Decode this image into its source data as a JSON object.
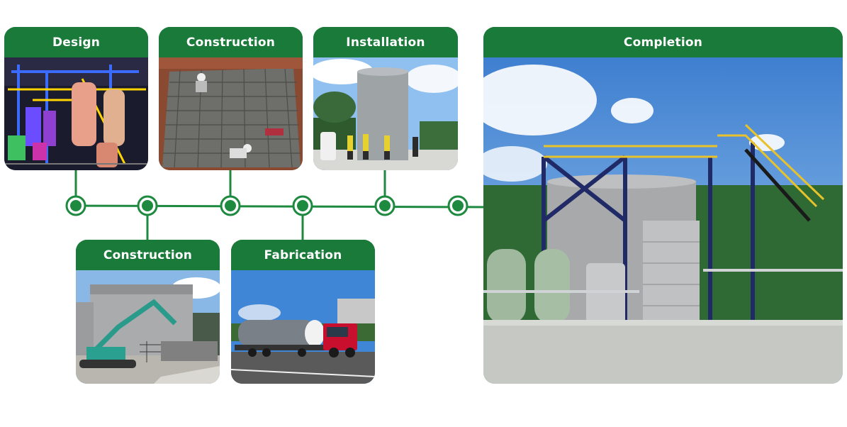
{
  "stages": {
    "design": {
      "title": "Design",
      "photo": "3d-plant-model"
    },
    "construction_top": {
      "title": "Construction",
      "photo": "rebar-foundation"
    },
    "installation": {
      "title": "Installation",
      "photo": "tank-installation"
    },
    "completion": {
      "title": "Completion",
      "photo": "completed-treatment-plant"
    },
    "construction_bottom": {
      "title": "Construction",
      "photo": "excavator-site"
    },
    "fabrication": {
      "title": "Fabrication",
      "photo": "tank-transport-truck"
    }
  },
  "colors": {
    "brand_green": "#1a7a3a",
    "line_green": "#1e8a40"
  }
}
